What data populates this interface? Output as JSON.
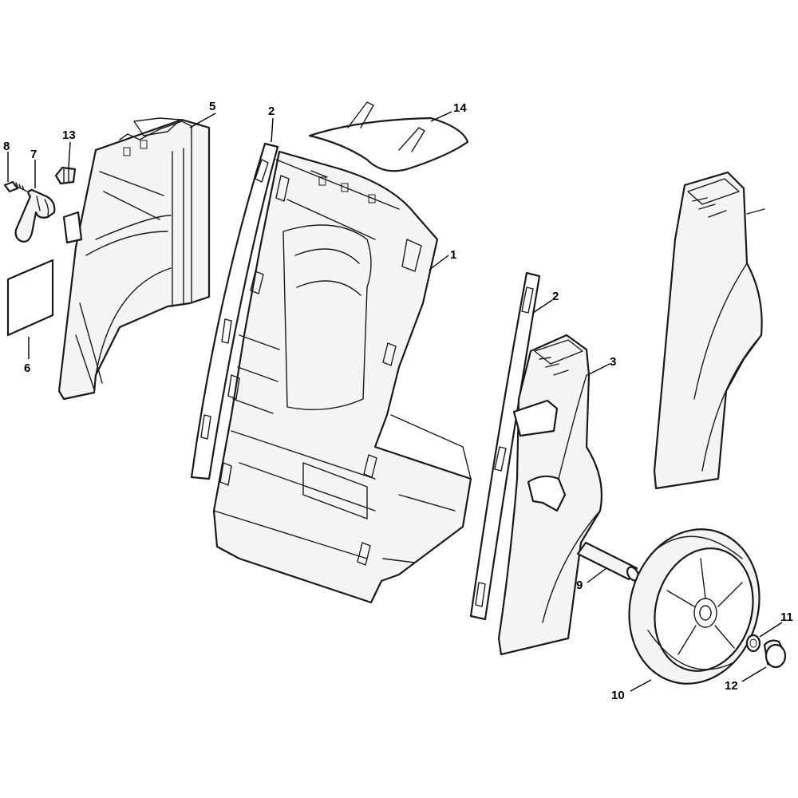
{
  "callouts": [
    {
      "id": "1",
      "label": "1"
    },
    {
      "id": "2a",
      "label": "2"
    },
    {
      "id": "2b",
      "label": "2"
    },
    {
      "id": "3",
      "label": "3"
    },
    {
      "id": "5",
      "label": "5"
    },
    {
      "id": "6",
      "label": "6"
    },
    {
      "id": "7",
      "label": "7"
    },
    {
      "id": "8",
      "label": "8"
    },
    {
      "id": "9",
      "label": "9"
    },
    {
      "id": "10",
      "label": "10"
    },
    {
      "id": "11",
      "label": "11"
    },
    {
      "id": "12",
      "label": "12"
    },
    {
      "id": "13",
      "label": "13"
    },
    {
      "id": "14",
      "label": "14"
    }
  ],
  "colors": {
    "line": "#1a1a1a",
    "fill": "#f4f4f4",
    "background": "#ffffff"
  }
}
